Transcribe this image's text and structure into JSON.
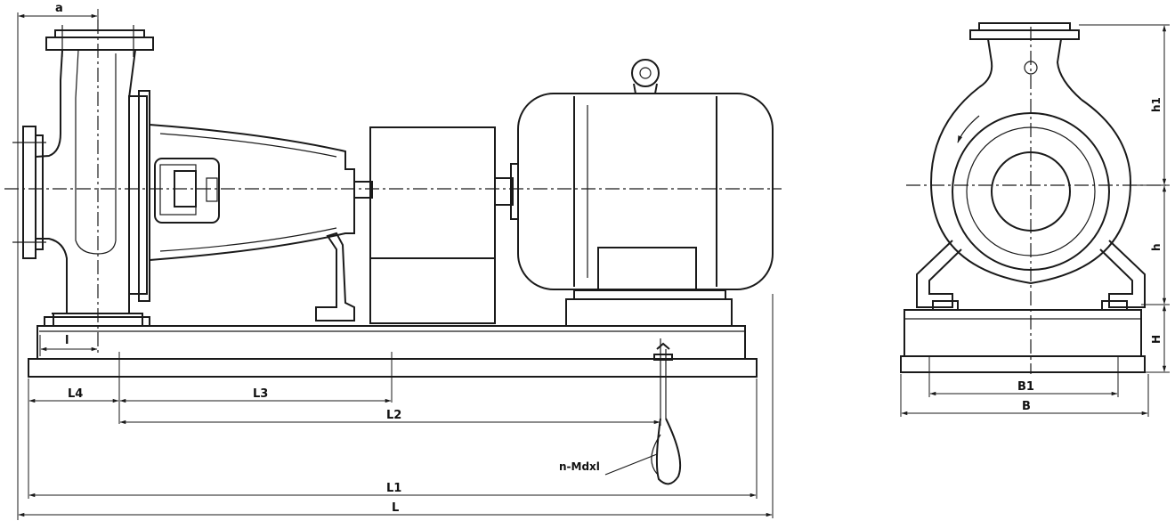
{
  "colors": {
    "line": "#1a1a1a",
    "paper": "#ffffff"
  },
  "side_view": {
    "labels": {
      "a": "a",
      "l": "l",
      "L4": "L4",
      "L3": "L3",
      "L2": "L2",
      "L1": "L1",
      "L": "L",
      "bolt": "n-Mdxl"
    }
  },
  "end_view": {
    "labels": {
      "h1": "h1",
      "h": "h",
      "H": "H",
      "B1": "B1",
      "B": "B"
    }
  }
}
